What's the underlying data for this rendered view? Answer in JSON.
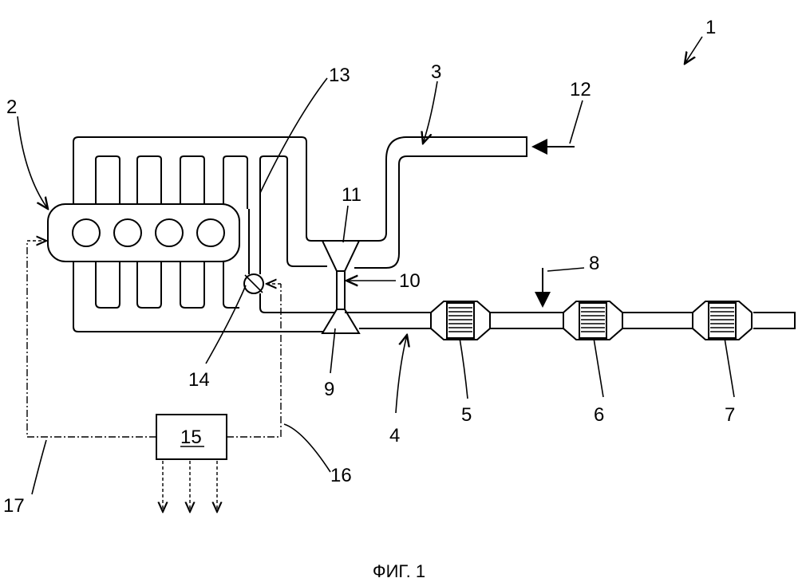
{
  "labels": {
    "system": "1",
    "engine": "2",
    "intake_line": "3",
    "exhaust_line": "4",
    "catalyst_1": "5",
    "catalyst_2": "6",
    "catalyst_3": "7",
    "injection": "8",
    "turbine": "9",
    "shaft": "10",
    "compressor": "11",
    "air_inlet": "12",
    "egr_line": "13",
    "egr_valve": "14",
    "control_unit": "15",
    "control_line_16": "16",
    "control_line_17": "17"
  },
  "caption": "ФИГ. 1"
}
